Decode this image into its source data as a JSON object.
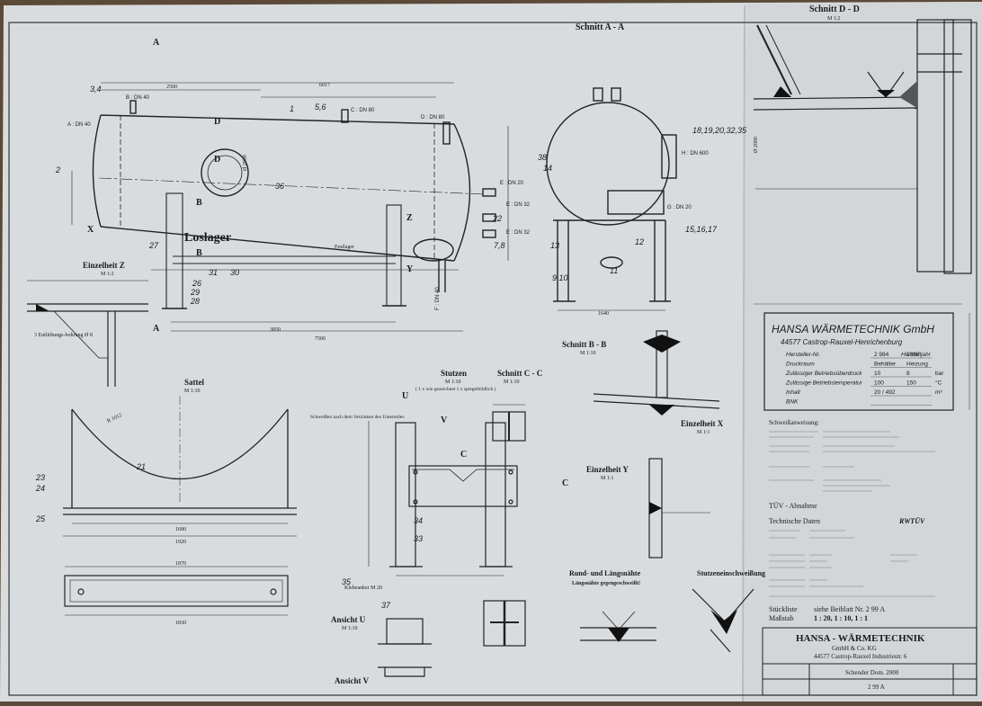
{
  "views": {
    "schnitt_aa": "Schnitt A - A",
    "schnitt_dd": "Schnitt D - D",
    "schnitt_dd_scale": "M 1:2",
    "schnitt_bb": "Schnitt B - B",
    "schnitt_bb_scale": "M 1:10",
    "schnitt_cc": "Schnitt C - C",
    "schnitt_cc_scale": "M 1:10",
    "einzelheit_z": "Einzelheit Z",
    "einzelheit_z_scale": "M 1:2",
    "einzelheit_x": "Einzelheit X",
    "einzelheit_x_scale": "M 1:1",
    "einzelheit_y": "Einzelheit Y",
    "einzelheit_y_scale": "M 1:1",
    "sattel": "Sattel",
    "sattel_scale": "M 1:10",
    "stutzen": "Stutzen",
    "stutzen_scale": "M 1:10",
    "stutzen_note": "( 1 x wie gezeichnet 1 x spiegelbildlich )",
    "ansicht_u": "Ansicht U",
    "ansicht_u_scale": "M 1:10",
    "ansicht_v": "Ansicht V",
    "rund_laengs": "Rund- und Längsnähte",
    "rund_laengs_note": "Längsnähte gegengeschweißt!",
    "stutzeneinschweissung": "Stutzeneinschweißung",
    "schweissen_note": "Schweißen nach dem Verzinken des Unterteiles",
    "loslager": "Loslager",
    "festlager": "Festlager",
    "klebeanker": "Klebeanker M 20",
    "hole_note": "3 Entlüftungs-bohrung Ø 8"
  },
  "nozzles": {
    "a": "A : DN 40",
    "b": "B : DN 40",
    "c": "C : DN 80",
    "d": "D : DN 80",
    "e1": "E : DN 20",
    "e2": "E : DN 32",
    "e3": "E : DN 32",
    "f": "F : DN 40",
    "g": "G : DN 20",
    "h": "H : DN 600"
  },
  "nameplate": {
    "company": "HANSA WÄRMETECHNIK GmbH",
    "address": "44577 Castrop-Rauxel-Henrichenburg",
    "rows": [
      {
        "label": "Hersteller-Nr.",
        "value": "2 984",
        "label2": "Herstelljahr",
        "value2": "1996"
      },
      {
        "label": "Druckraum",
        "value": "Behälter",
        "value2": "Heizung"
      },
      {
        "label": "Zulässiger Betriebsüberdruck",
        "value": "10",
        "value2": "8",
        "unit": "bar"
      },
      {
        "label": "Zulässige Betriebstemperatur",
        "value": "100",
        "value2": "150",
        "unit": "°C"
      },
      {
        "label": "Inhalt",
        "value": "20 / 492",
        "unit": "m³"
      },
      {
        "label": "BNK",
        "value": "",
        "unit": ""
      }
    ]
  },
  "spec": {
    "schweiss_title": "Schweißanweisung:",
    "tuev_title": "TÜV - Abnahme",
    "tech_title": "Technische Daten",
    "stueckliste_label": "Stückliste",
    "stueckliste_value": "siehe Beiblatt Nr. 2 99 A",
    "massstab_label": "Maßstab",
    "massstab_value": "1 : 20, 1 : 10, 1 : 1",
    "stamp": "RWTÜV"
  },
  "title_block": {
    "company": "HANSA - WÄRMETECHNIK",
    "company2": "GmbH & Co. KG",
    "address": "44577 Castrop-Rauxel Industriestr. 6",
    "drawing": "Schender Dom. 2000",
    "number": "2 99 A"
  },
  "dims": {
    "overall": "6017",
    "shell": "2500",
    "saddle_span": "3850",
    "support_span": "7500",
    "dia": "Ø 2000",
    "dia_d": "Ø 2000",
    "sattel_width": "1920",
    "sattel_inner": "1680",
    "base_len": "1870",
    "base_inner": "1830",
    "leg_span": "1640",
    "radius": "R 1012"
  },
  "parts": [
    "1",
    "2",
    "3,4",
    "5,6",
    "7,8",
    "9,10",
    "11",
    "12",
    "13",
    "14",
    "15,16,17",
    "18,19,20,32,35",
    "21",
    "22",
    "23",
    "24",
    "25",
    "26",
    "27",
    "28",
    "29",
    "30",
    "31",
    "33",
    "34",
    "35",
    "36",
    "37",
    "38"
  ]
}
